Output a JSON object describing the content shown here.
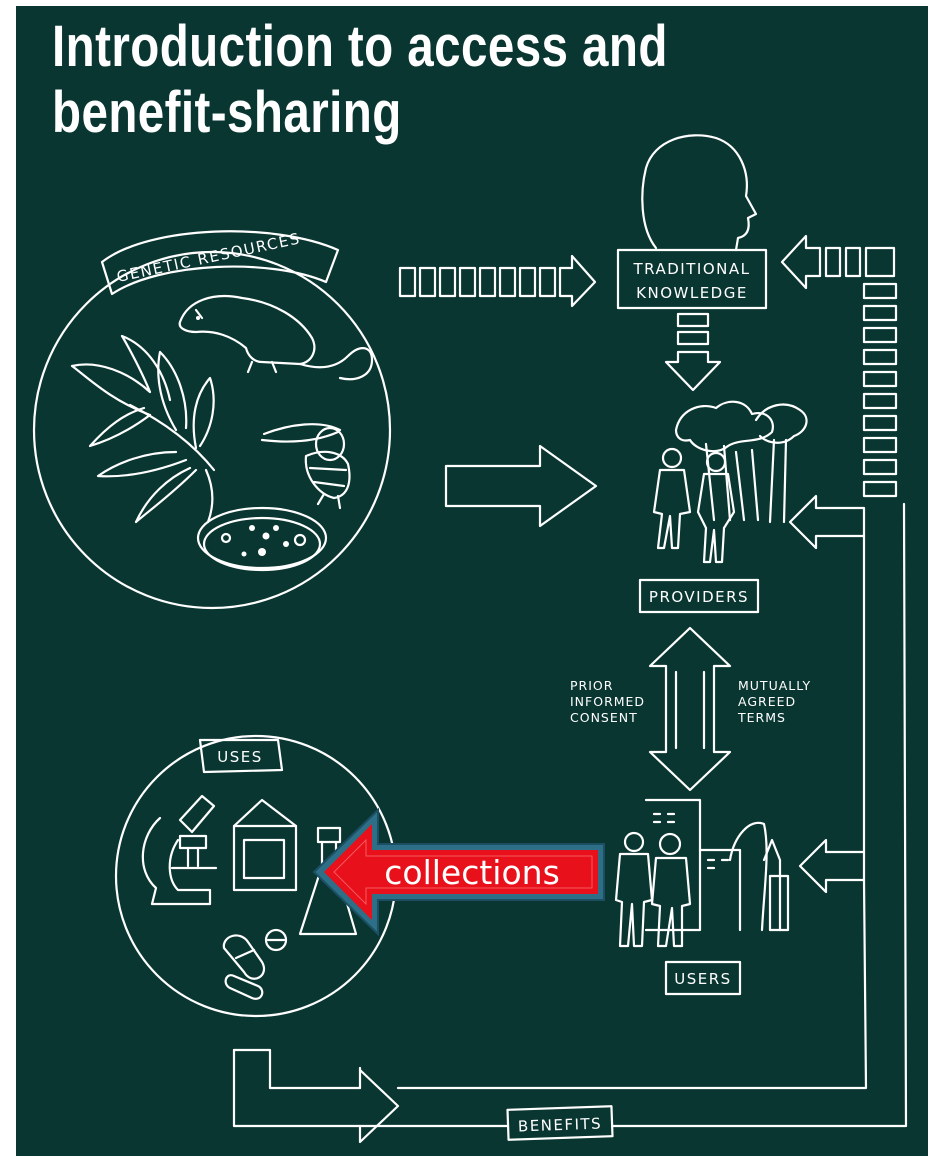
{
  "title": {
    "line1": "Introduction to access and",
    "line2": "benefit-sharing"
  },
  "labels": {
    "genetic_resources": "GENETIC RESOURCES",
    "traditional_knowledge_1": "TRADITIONAL",
    "traditional_knowledge_2": "KNOWLEDGE",
    "providers": "PROVIDERS",
    "pic_1": "PRIOR",
    "pic_2": "INFORMED",
    "pic_3": "CONSENT",
    "mat_1": "MUTUALLY",
    "mat_2": "AGREED",
    "mat_3": "TERMS",
    "uses": "USES",
    "users": "USERS",
    "benefits": "BENEFITS"
  },
  "callout": {
    "text": "collections",
    "fill_color": "#e8101a",
    "border_color": "#2d6f86"
  },
  "colors": {
    "background": "#0a3632",
    "chalk": "#ffffff"
  },
  "icons": [
    "rat-icon",
    "leaf-icon",
    "bee-icon",
    "petri-dish-icon",
    "head-icon",
    "trees-icon",
    "people-icon",
    "microscope-icon",
    "carton-icon",
    "flask-icon",
    "pills-icon",
    "city-icon",
    "business-people-icon"
  ]
}
